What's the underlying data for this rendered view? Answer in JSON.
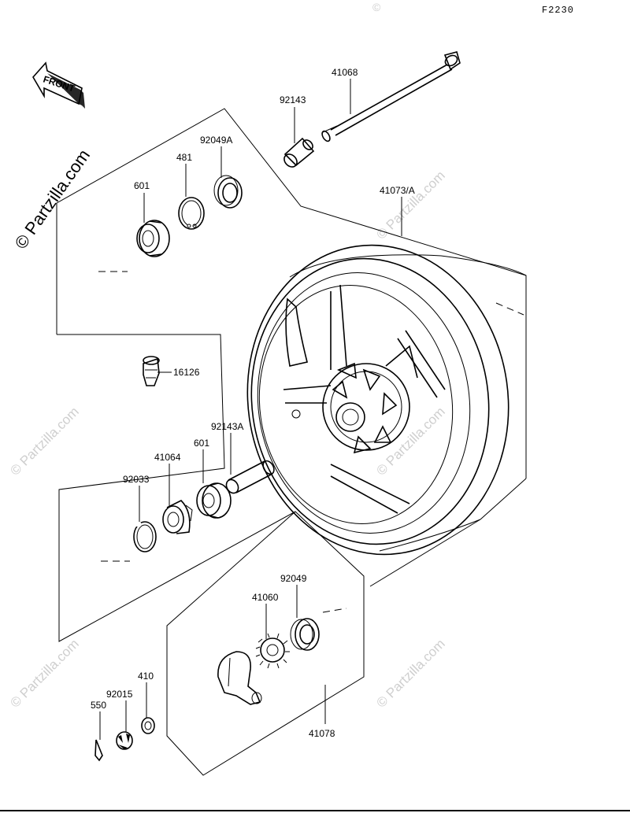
{
  "figure_code": "F2230",
  "front_arrow_label": "FRONT",
  "watermark": "© Partzilla.com",
  "parts": {
    "p41068": "41068",
    "p92143": "92143",
    "p92049A": "92049A",
    "p481": "481",
    "p601_top": "601",
    "p41073A": "41073/A",
    "p16126": "16126",
    "p92143A": "92143A",
    "p601_mid": "601",
    "p41064": "41064",
    "p92033": "92033",
    "p92049": "92049",
    "p41060": "41060",
    "p410": "410",
    "p92015": "92015",
    "p550": "550",
    "p41078": "41078"
  },
  "colors": {
    "ink": "#000000",
    "watermark": "#cfcfcf",
    "background": "#ffffff"
  }
}
